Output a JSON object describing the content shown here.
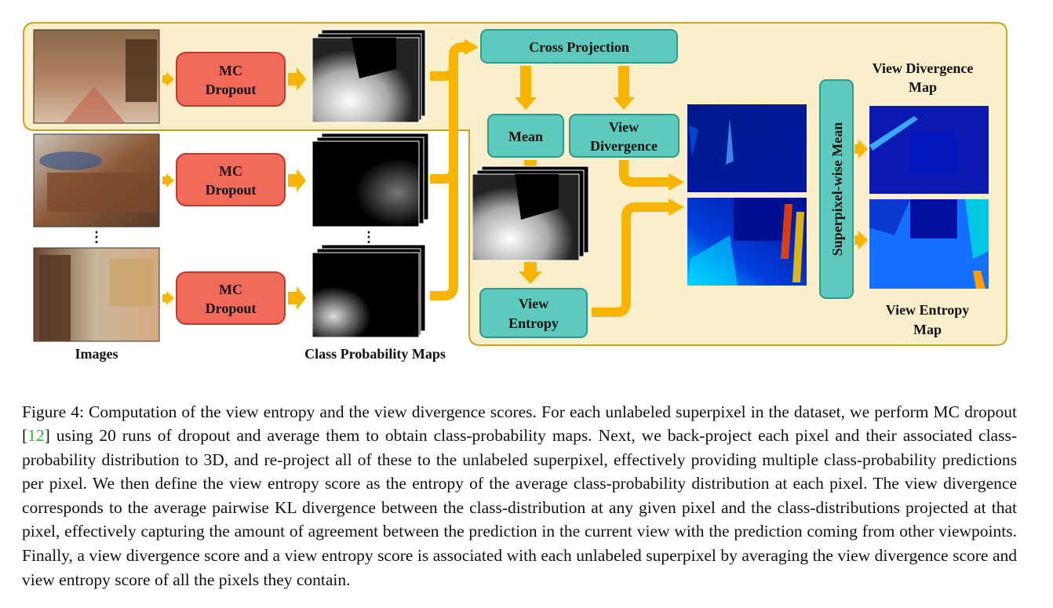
{
  "labels": {
    "images": "Images",
    "class_prob_maps": "Class Probability Maps",
    "view_divergence_map": [
      "View Divergence",
      "Map"
    ],
    "view_entropy_map": [
      "View Entropy",
      "Map"
    ]
  },
  "boxes": {
    "mc_dropout": [
      "MC",
      "Dropout"
    ],
    "cross_projection": "Cross Projection",
    "mean": "Mean",
    "view_divergence": [
      "View",
      "Divergence"
    ],
    "view_entropy": [
      "View",
      "Entropy"
    ],
    "superpixel_mean": "Superpixel-wise Mean"
  },
  "ellipsis": "⋮",
  "colors": {
    "panel_fill": "#fbeecb",
    "panel_stroke": "#c9a227",
    "mc_fill": "#f06b5a",
    "mc_stroke": "#c0392b",
    "teal_fill": "#5ec9bd",
    "teal_stroke": "#2e9a8d",
    "arrow": "#f7b500",
    "citation": "#2db52d"
  },
  "caption": {
    "before_ref": "Figure 4: Computation of the view entropy and the view divergence scores. For each unlabeled superpixel in the dataset, we perform MC dropout [",
    "ref": "12",
    "after_ref": "] using 20 runs of dropout and average them to obtain class-probability maps. Next, we back-project each pixel and their associated class-probability distribution to 3D, and re-project all of these to the unlabeled superpixel, effectively providing multiple class-probability predictions per pixel. We then define the view entropy score as the entropy of the average class-probability distribution at each pixel. The view divergence corresponds to the average pairwise KL divergence between the class-distribution at any given pixel and the class-distributions projected at that pixel, effectively capturing the amount of agreement between the prediction in the current view with the prediction coming from other viewpoints. Finally, a view divergence score and a view entropy score is associated with each unlabeled superpixel by averaging the view divergence score and view entropy score of all the pixels they contain."
  }
}
